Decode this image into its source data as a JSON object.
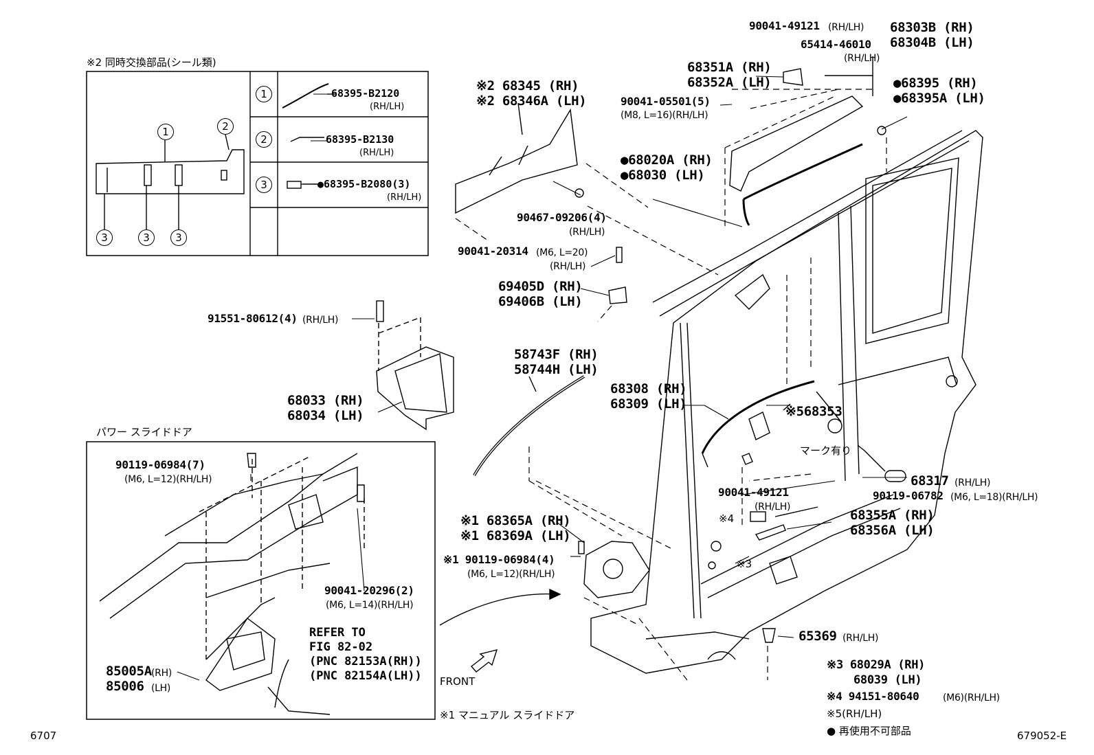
{
  "legend": {
    "title": "※2 同時交換部品(シール類)",
    "rows": [
      {
        "num": "1",
        "part": "68395-B2120",
        "note": "(RH/LH)"
      },
      {
        "num": "2",
        "part": "68395-B2130",
        "note": "(RH/LH)"
      },
      {
        "num": "3",
        "part": "●68395-B2080(3)",
        "note": "(RH/LH)"
      }
    ],
    "diagram_numbers": [
      "1",
      "2",
      "3",
      "3",
      "3"
    ]
  },
  "inset": {
    "title": "パワー スライドドア",
    "labels": {
      "bolt1": "90119-06984(7)",
      "bolt1_spec": "(M6, L=12)(RH/LH)",
      "bolt2": "90041-20296(2)",
      "bolt2_spec": "(M6, L=14)(RH/LH)",
      "hinge_rh": "85005A",
      "hinge_rh_side": "(RH)",
      "hinge_lh": "85006",
      "hinge_lh_side": "(LH)"
    },
    "refer_lines": [
      "REFER TO",
      "FIG 82-02",
      "(PNC 82153A(RH))",
      "(PNC 82154A(LH))"
    ]
  },
  "labels": {
    "p90041_49121_top": "90041-49121",
    "p90041_49121_top_note": "(RH/LH)",
    "p65414": "65414-46010",
    "p65414_note": "(RH/LH)",
    "p68303b": "68303B (RH)",
    "p68304b": "68304B (LH)",
    "p68351a": "68351A (RH)",
    "p68352a": "68352A (LH)",
    "p68395": "●68395  (RH)",
    "p68395a": "●68395A (LH)",
    "p90041_05501": "90041-05501(5)",
    "p90041_05501_spec": "(M8, L=16)(RH/LH)",
    "p68345": "※2 68345  (RH)",
    "p68346a": "※2 68346A (LH)",
    "p68020a": "●68020A (RH)",
    "p68030": "●68030  (LH)",
    "p90467": "90467-09206(4)",
    "p90467_note": "(RH/LH)",
    "p90041_20314": "90041-20314",
    "p90041_20314_spec": "(M6, L=20)",
    "p90041_20314_note": "(RH/LH)",
    "p69405d": "69405D (RH)",
    "p69406b": "69406B (LH)",
    "p91551": "91551-80612(4)",
    "p91551_note": "(RH/LH)",
    "p58743f": "58743F (RH)",
    "p58744h": "58744H (LH)",
    "p68033": "68033 (RH)",
    "p68034": "68034 (LH)",
    "p68308": "68308 (RH)",
    "p68309": "68309 (LH)",
    "p68353": "※568353",
    "mark": "マーク有り",
    "p68317": "68317",
    "p68317_note": "(RH/LH)",
    "p90041_49121_mid": "90041-49121",
    "p90041_49121_mid_note": "(RH/LH)",
    "p90119_06782": "90119-06782",
    "p90119_06782_spec": "(M6, L=18)(RH/LH)",
    "n4": "※4",
    "n3": "※3",
    "p68355a": "68355A (RH)",
    "p68356a": "68356A (LH)",
    "p68365a": "※1 68365A (RH)",
    "p68369a": "※1 68369A (LH)",
    "p90119_06984_4": "※1  90119-06984(4)",
    "p90119_06984_4_spec": "(M6, L=12)(RH/LH)",
    "p65369": "65369",
    "p65369_note": "(RH/LH)",
    "front": "FRONT",
    "manual": "※1  マニュアル スライドドア"
  },
  "notes": {
    "n3_part": "※3  68029A (RH)",
    "n3_part2": "68039  (LH)",
    "n4_part": "※4  94151-80640",
    "n4_spec": "(M6)(RH/LH)",
    "n5": "※5(RH/LH)",
    "bullet": "●  再使用不可部品"
  },
  "corners": {
    "bottom_left": "6707",
    "bottom_right": "679052-E"
  }
}
